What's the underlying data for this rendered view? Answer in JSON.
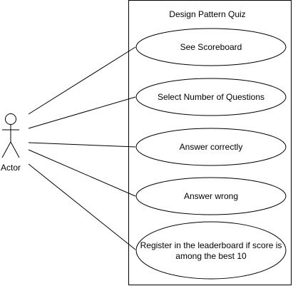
{
  "system": {
    "title": "Design Pattern Quiz"
  },
  "actor": {
    "label": "Actor",
    "icon": "stick-figure-icon"
  },
  "use_cases": [
    {
      "lines": [
        "See Scoreboard"
      ]
    },
    {
      "lines": [
        "Select Number of Questions"
      ]
    },
    {
      "lines": [
        "Answer correctly"
      ]
    },
    {
      "lines": [
        "Answer wrong"
      ]
    },
    {
      "lines": [
        "Register in the leaderboard if score is",
        "among the best 10"
      ]
    }
  ],
  "colors": {
    "stroke": "#000000",
    "fill": "#ffffff"
  }
}
